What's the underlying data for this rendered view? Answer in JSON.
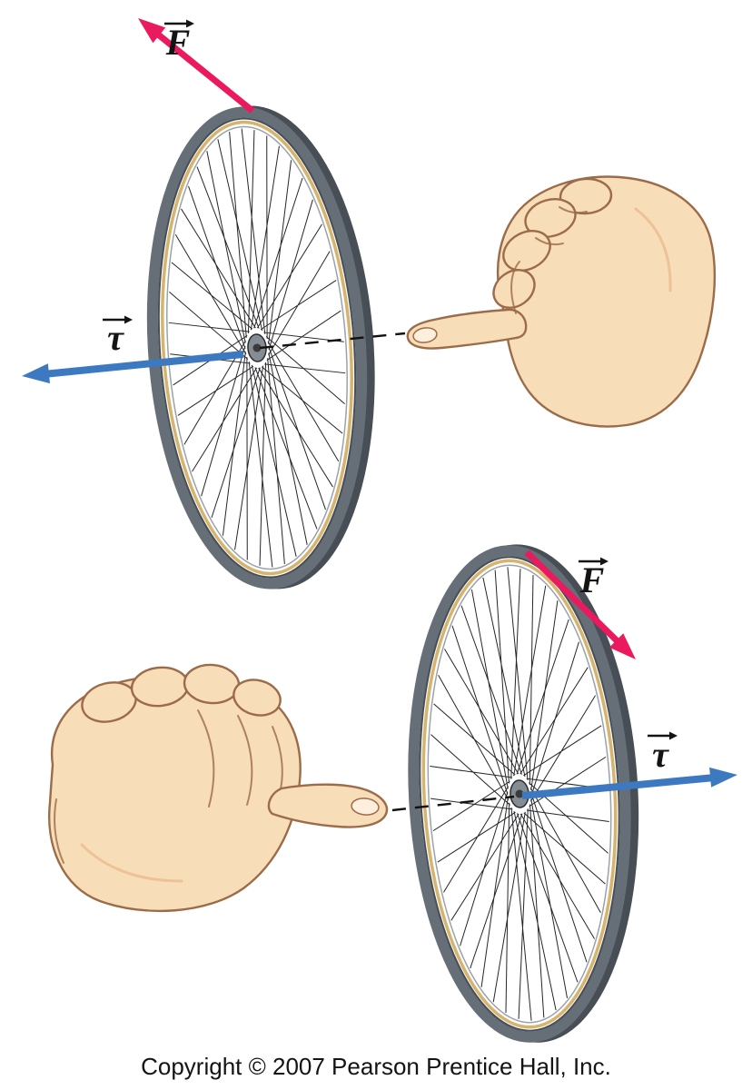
{
  "panels": {
    "top": {
      "force_label": "F",
      "torque_label": "τ"
    },
    "bottom": {
      "force_label": "F",
      "torque_label": "τ"
    }
  },
  "footer": {
    "copyright": "Copyright © 2007 Pearson Prentice Hall, Inc."
  },
  "colors": {
    "force": "#eb1a5e",
    "torque": "#3d79c0",
    "text": "#141414",
    "skin": "#f8ddb9",
    "skin_shade": "#e3ab7c",
    "nail": "#fdeedd",
    "hand_outline": "#9c6b49",
    "tire": "#666e78",
    "tire_depth": "#474e55",
    "rim_accent": "#d6b46e",
    "rim_thin": "#9ba2a9",
    "hub": "#848c94",
    "spoke": "#26262a"
  }
}
